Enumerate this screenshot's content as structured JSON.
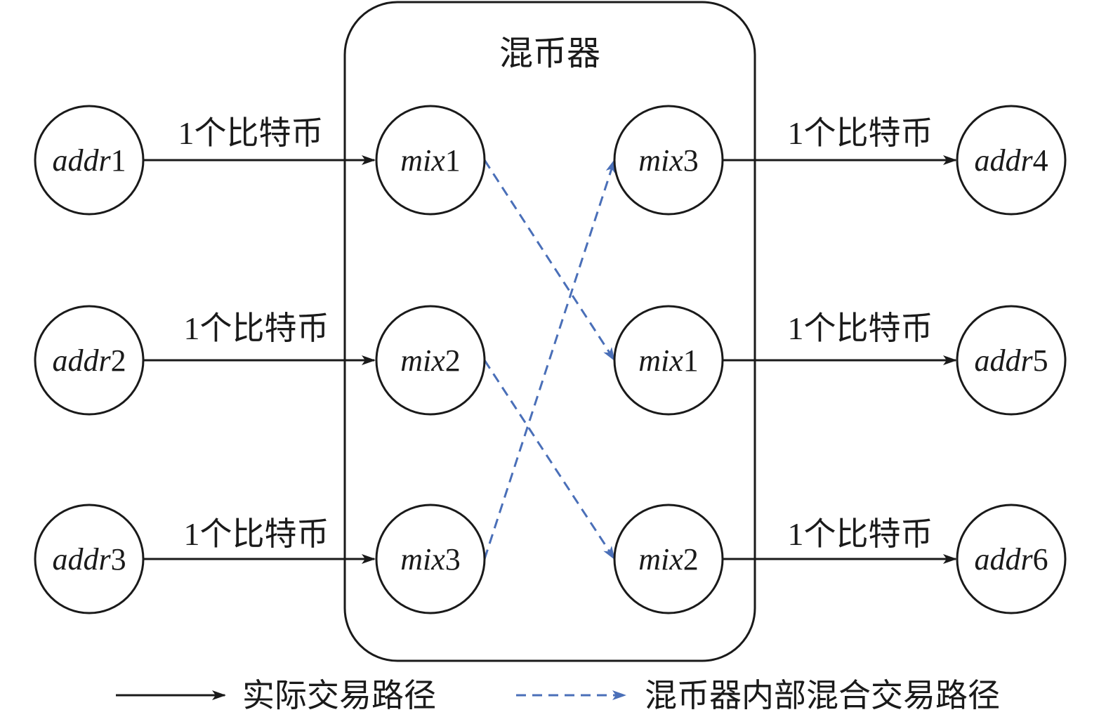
{
  "mixer": {
    "title": "混币器"
  },
  "nodes": {
    "addr1": {
      "name": "addr",
      "num": "1"
    },
    "addr2": {
      "name": "addr",
      "num": "2"
    },
    "addr3": {
      "name": "addr",
      "num": "3"
    },
    "addr4": {
      "name": "addr",
      "num": "4"
    },
    "addr5": {
      "name": "addr",
      "num": "5"
    },
    "addr6": {
      "name": "addr",
      "num": "6"
    },
    "mix_in1": {
      "name": "mix",
      "num": "1"
    },
    "mix_in2": {
      "name": "mix",
      "num": "2"
    },
    "mix_in3": {
      "name": "mix",
      "num": "3"
    },
    "mix_out3": {
      "name": "mix",
      "num": "3"
    },
    "mix_out1": {
      "name": "mix",
      "num": "1"
    },
    "mix_out2": {
      "name": "mix",
      "num": "2"
    }
  },
  "edge_labels": {
    "in1": "1个比特币",
    "in2": "1个比特币",
    "in3": "1个比特币",
    "out1": "1个比特币",
    "out2": "1个比特币",
    "out3": "1个比特币"
  },
  "legend": {
    "solid": "实际交易路径",
    "dashed": "混币器内部混合交易路径"
  },
  "colors": {
    "solid": "#1a1a1a",
    "dashed": "#4a6fb8"
  }
}
